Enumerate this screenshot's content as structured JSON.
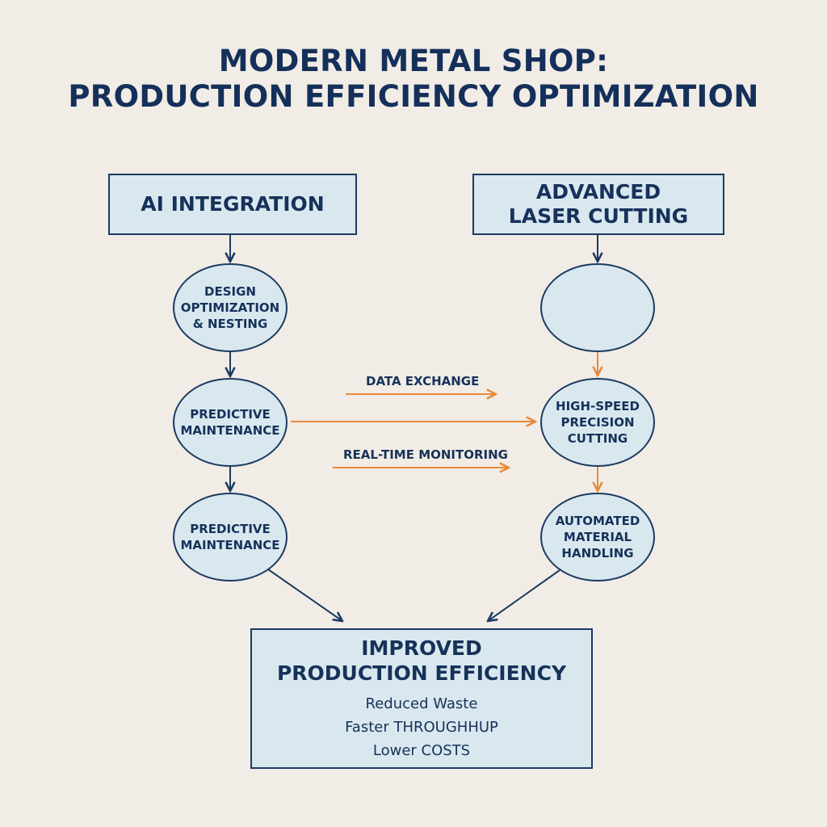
{
  "title": {
    "line1": "MODERN METAL SHOP:",
    "line2": "PRODUCTION EFFICIENCY OPTIMIZATION"
  },
  "left_column": {
    "header": "AI INTEGRATION",
    "nodes": [
      [
        "DESIGN",
        "OPTIMIZATION",
        "& NESTING"
      ],
      [
        "PREDICTIVE",
        "MAINTENANCE"
      ],
      [
        "PREDICTIVE",
        "MAINTENANCE"
      ]
    ]
  },
  "right_column": {
    "header": [
      "ADVANCED",
      "LASER CUTTING"
    ],
    "nodes": [
      [],
      [
        "HIGH-SPEED",
        "PRECISION",
        "CUTTING"
      ],
      [
        "AUTOMATED",
        "MATERIAL",
        "HANDLING"
      ]
    ]
  },
  "cross_links": {
    "data_exchange": "DATA EXCHANGE",
    "real_time_monitoring": "REAL-TIME MONITORING"
  },
  "result": {
    "header": [
      "IMPROVED",
      "PRODUCTION EFFICIENCY"
    ],
    "benefits": [
      "Reduced Waste",
      "Faster THROUGHHUP",
      "Lower COSTS"
    ]
  },
  "colors": {
    "node_fill": "#d9e8ef",
    "node_stroke": "#1b3a62",
    "arrow_dark": "#1b3a62",
    "arrow_orange": "#e98a3a",
    "background": "#f1ece5"
  }
}
